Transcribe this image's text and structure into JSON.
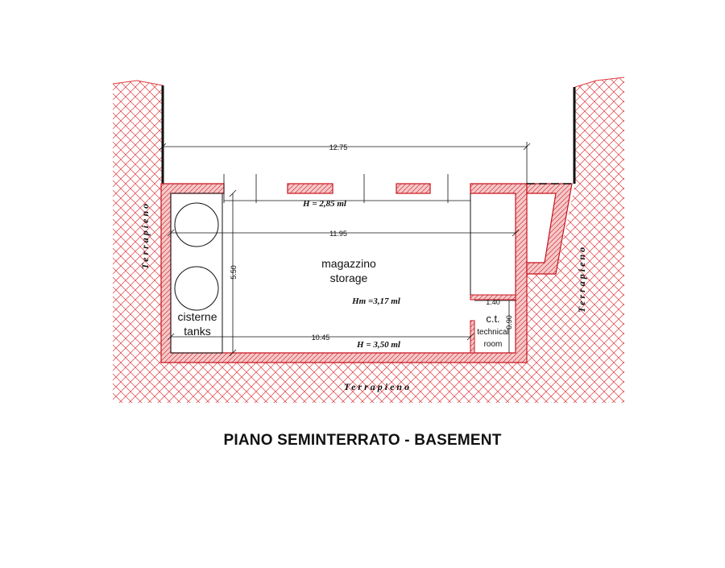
{
  "title": "PIANO SEMINTERRATO - BASEMENT",
  "colors": {
    "wall_fill": "#f6c8c8",
    "wall_stroke": "#c8141e",
    "hatch": "#e0393f",
    "line": "#111111"
  },
  "labels": {
    "terrapieno_left": "Terrapieno",
    "terrapieno_right": "Terrapieno",
    "terrapieno_bottom": "Terrapieno",
    "storage_it": "magazzino",
    "storage_en": "storage",
    "tanks_it": "cisterne",
    "tanks_en": "tanks",
    "tech_abbr": "c.t.",
    "tech_en_1": "technical",
    "tech_en_2": "room"
  },
  "dimensions": {
    "width_total": "12.75",
    "width_inner": "11.95",
    "width_storage": "10.45",
    "depth": "5.50",
    "tech_width": "1.40",
    "tech_depth": "0.90"
  },
  "heights": {
    "h_openings": "H = 2,85 ml",
    "h_mean": "Hm =3,17 ml",
    "h_max": "H = 3,50 ml"
  }
}
